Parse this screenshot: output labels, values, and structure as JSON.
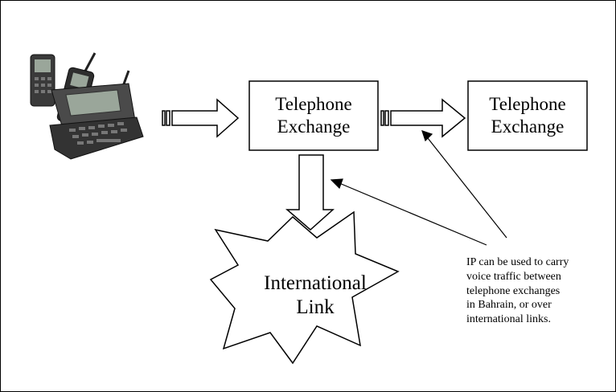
{
  "diagram": {
    "nodes": {
      "exchange_1": {
        "line1": "Telephone",
        "line2": "Exchange"
      },
      "exchange_2": {
        "line1": "Telephone",
        "line2": "Exchange"
      },
      "international_link": {
        "line1": "International",
        "line2": "Link"
      }
    },
    "annotation": {
      "lines": [
        "IP can be used to carry",
        "voice traffic between",
        "telephone exchanges",
        "in Bahrain, or over",
        "international links."
      ]
    },
    "images": {
      "phones": "mobile-phones-illustration"
    },
    "colors": {
      "stroke": "#000000",
      "fill": "#ffffff",
      "phone_body": "#3a3a3a",
      "phone_screen": "#9aa69a"
    }
  }
}
